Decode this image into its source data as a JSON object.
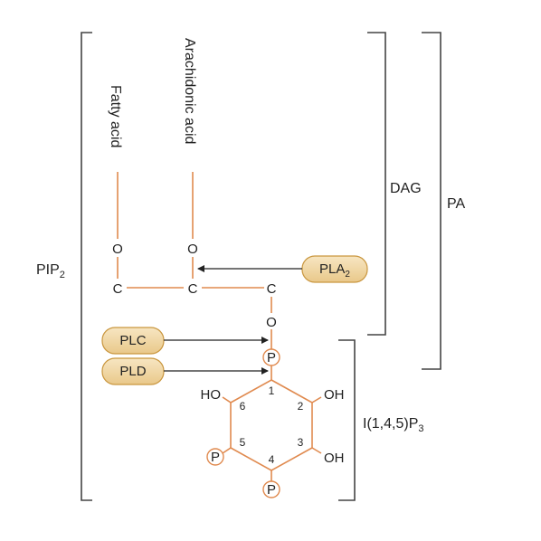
{
  "labels": {
    "pip2_base": "PIP",
    "pip2_sub": "2",
    "dag": "DAG",
    "pa": "PA",
    "ip3_base": "I(1,4,5)P",
    "ip3_sub": "3",
    "fatty_acid": "Fatty acid",
    "arachidonic_acid": "Arachidonic acid"
  },
  "enzymes": {
    "pla2_base": "PLA",
    "pla2_sub": "2",
    "plc": "PLC",
    "pld": "PLD"
  },
  "atoms": {
    "o": "O",
    "c": "C",
    "p": "P",
    "oh": "OH",
    "ho": "HO"
  },
  "ring_positions": [
    "1",
    "2",
    "3",
    "4",
    "5",
    "6"
  ],
  "colors": {
    "bond": "#e08a4f",
    "enzyme_fill": "#f2d9a8",
    "enzyme_stroke": "#c9963e",
    "text": "#222222",
    "bracket": "#444444"
  }
}
